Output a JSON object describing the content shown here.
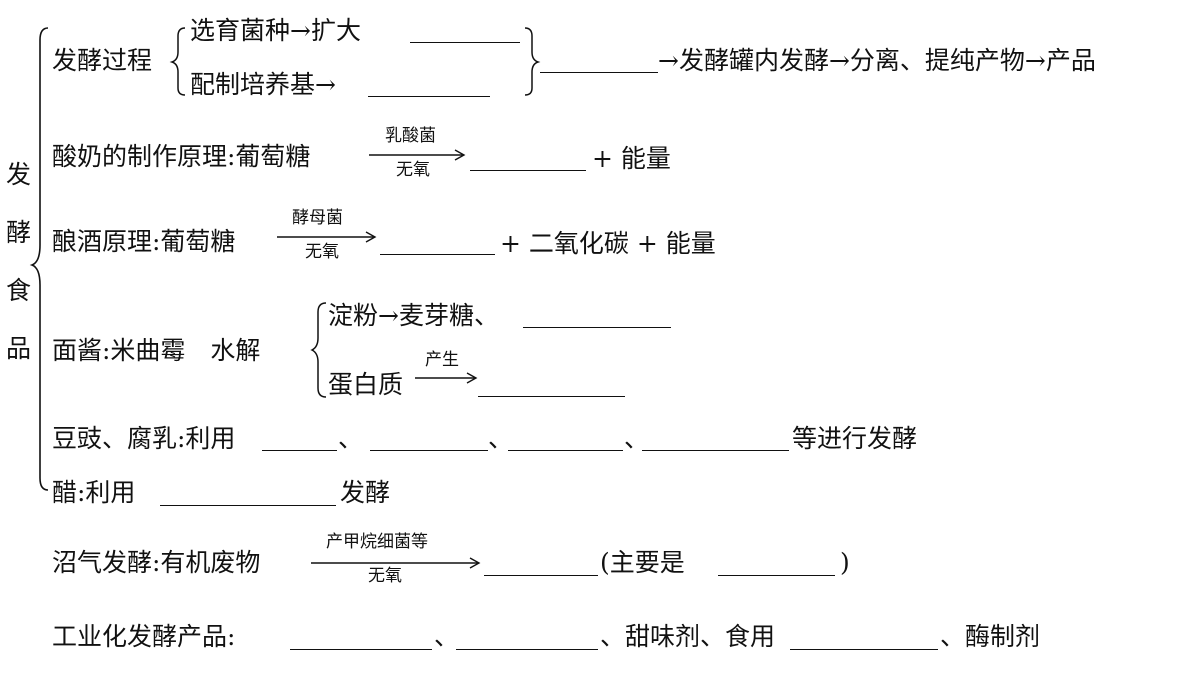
{
  "sidebar_title": [
    "发",
    "酵",
    "食",
    "品"
  ],
  "row1": {
    "label": "发酵过程",
    "branch1": "选育菌种→扩大",
    "branch2": "配制培养基→",
    "tail": "→发酵罐内发酵→分离、提纯产物→产品"
  },
  "row2": {
    "prefix": "酸奶的制作原理:葡萄糖",
    "arrow_top": "乳酸菌",
    "arrow_bottom": "无氧",
    "suffix": "+ 能量"
  },
  "row3": {
    "prefix": "酿酒原理:葡萄糖",
    "arrow_top": "酵母菌",
    "arrow_bottom": "无氧",
    "suffix": "+ 二氧化碳 + 能量"
  },
  "row4": {
    "prefix": "面酱:米曲霉　水解",
    "branch1": "淀粉→麦芽糖、",
    "branch2_prefix": "蛋白质",
    "arrow_top": "产生"
  },
  "row5": {
    "prefix": "豆豉、腐乳:利用",
    "sep": "、",
    "suffix": "等进行发酵"
  },
  "row6": {
    "prefix": "醋:利用",
    "suffix": "发酵"
  },
  "row7": {
    "prefix": "沼气发酵:有机废物",
    "arrow_top": "产甲烷细菌等",
    "arrow_bottom": "无氧",
    "paren_open": "(主要是",
    "paren_close": ")"
  },
  "row8": {
    "prefix": "工业化发酵产品:",
    "sep": "、",
    "mid": "、甜味剂、食用",
    "suffix": "、酶制剂"
  }
}
